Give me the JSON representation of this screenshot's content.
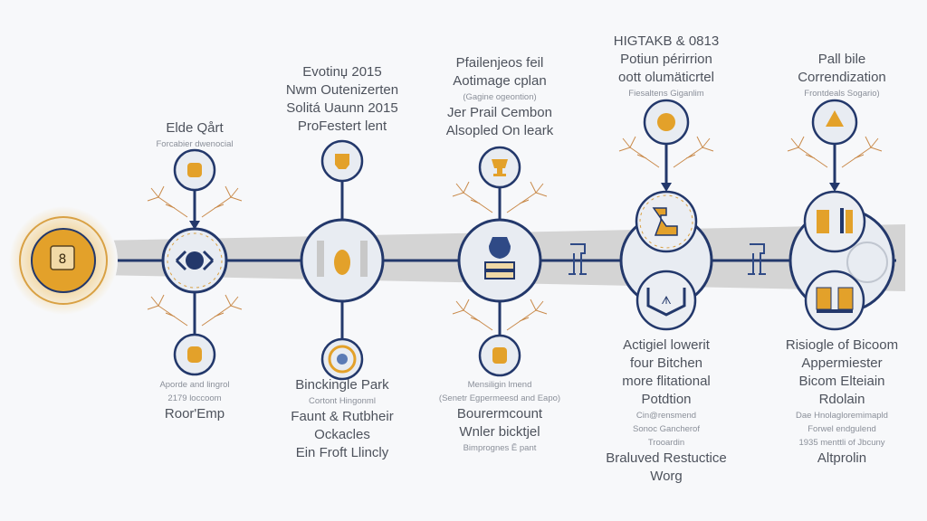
{
  "colors": {
    "navy": "#23386b",
    "orange": "#e3a12a",
    "band": "#d4d4d4",
    "node_fill": "#e8ecf2"
  },
  "columns": [
    {
      "top": [
        {
          "text": "Elde Qårt",
          "role": "title"
        },
        {
          "text": "Forcabier dwenocial",
          "role": "caption"
        }
      ],
      "bottom": [
        {
          "text": "Aporde and lingrol",
          "role": "caption"
        },
        {
          "text": "2179 loccoom",
          "role": "caption"
        },
        {
          "text": "Roor'Emp",
          "role": "title"
        }
      ]
    },
    {
      "top": [
        {
          "text": "Evotinџ 2015",
          "role": "title"
        },
        {
          "text": "Nwm Outenizerten",
          "role": "title"
        },
        {
          "text": "Solitá Uaunn 2015",
          "role": "title"
        },
        {
          "text": "ProFestert lent",
          "role": "title"
        }
      ],
      "bottom": [
        {
          "text": "Binckingle Park",
          "role": "title"
        },
        {
          "text": "Cortont Hingonml",
          "role": "caption"
        },
        {
          "text": "Faunt & Rutbheir",
          "role": "title"
        },
        {
          "text": "Ockacles",
          "role": "title"
        },
        {
          "text": "Ein Froft Llincly",
          "role": "title"
        }
      ]
    },
    {
      "top": [
        {
          "text": "Pfailenjeos feil",
          "role": "title"
        },
        {
          "text": "Aotimage cplan",
          "role": "title"
        },
        {
          "text": "(Gagine ogeontion)",
          "role": "caption"
        },
        {
          "text": "Jer Prail Cembon",
          "role": "title"
        },
        {
          "text": "Alsopled On leark",
          "role": "title"
        }
      ],
      "bottom": [
        {
          "text": "Mensiligin lmend",
          "role": "caption"
        },
        {
          "text": "(Senetr Egpermeesd and Eapo)",
          "role": "caption"
        },
        {
          "text": "Bourermcount",
          "role": "title"
        },
        {
          "text": "Wnler bicktjel",
          "role": "title"
        },
        {
          "text": "Bimprognes Ӗ pant",
          "role": "caption"
        }
      ]
    },
    {
      "top": [
        {
          "text": "HIGTAKB & 0813",
          "role": "title"
        },
        {
          "text": "Potiun périrrion",
          "role": "title"
        },
        {
          "text": "oott olumäticrtel",
          "role": "title"
        },
        {
          "text": "Fiesaltens Giganlim",
          "role": "caption"
        }
      ],
      "bottom": [
        {
          "text": "Actigiel lowerit",
          "role": "title"
        },
        {
          "text": "four Bitchen",
          "role": "title"
        },
        {
          "text": "more flitational",
          "role": "title"
        },
        {
          "text": "Potdtion",
          "role": "title"
        },
        {
          "text": "Cin@rensmend",
          "role": "caption"
        },
        {
          "text": "Sonoc Gancherof",
          "role": "caption"
        },
        {
          "text": "Trooardin",
          "role": "caption"
        },
        {
          "text": "Braluved Restuctice",
          "role": "title"
        },
        {
          "text": "Worg",
          "role": "title"
        }
      ]
    },
    {
      "top": [
        {
          "text": "Pall bile",
          "role": "title"
        },
        {
          "text": "Correndization",
          "role": "title"
        },
        {
          "text": "Frontdeals Sogario)",
          "role": "caption"
        }
      ],
      "bottom": [
        {
          "text": "Risiogle of Bicoom",
          "role": "title"
        },
        {
          "text": "Appermiester",
          "role": "title"
        },
        {
          "text": "Bicom Elteiain",
          "role": "title"
        },
        {
          "text": "Rdolain",
          "role": "title"
        },
        {
          "text": "Dae Hnolagloremimapld",
          "role": "caption"
        },
        {
          "text": "Forwel endgulend",
          "role": "caption"
        },
        {
          "text": "1935 menttli of Jbcuny",
          "role": "caption"
        },
        {
          "text": "Altprolin",
          "role": "title"
        }
      ]
    }
  ]
}
